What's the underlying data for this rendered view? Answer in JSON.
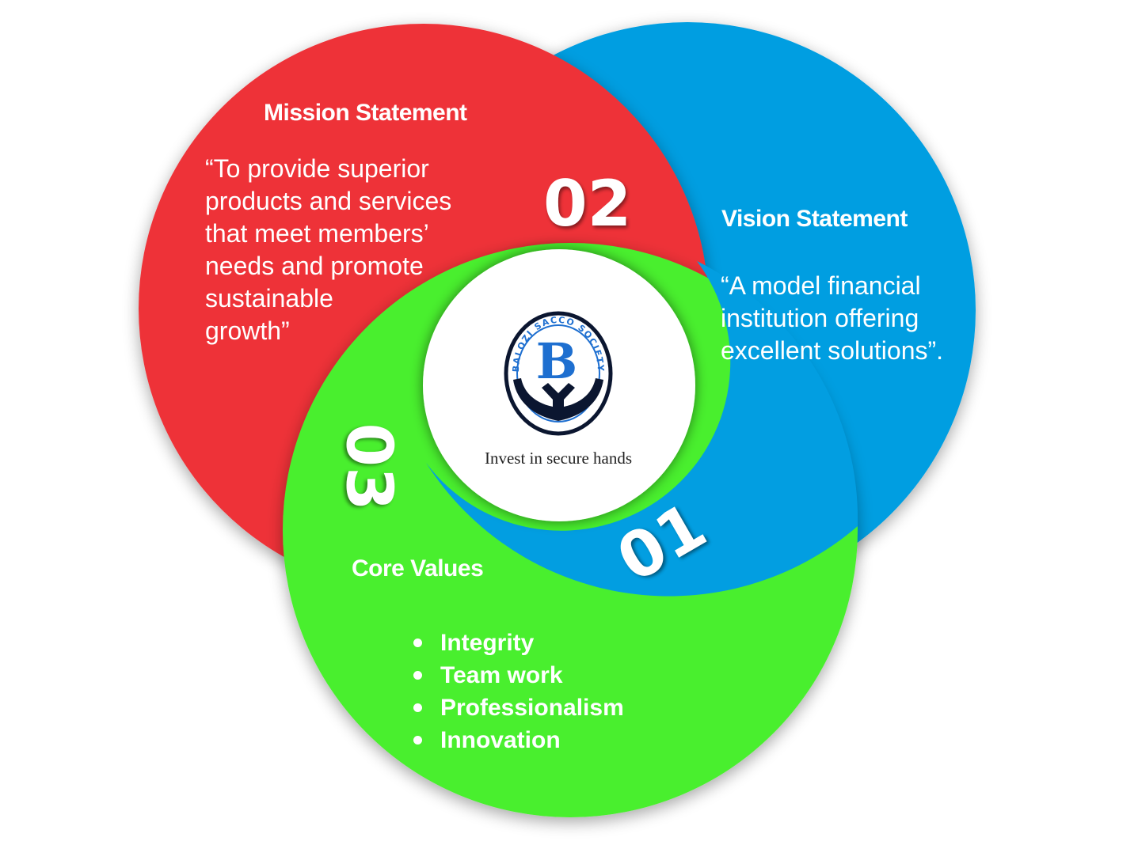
{
  "colors": {
    "mission_circle": "#ee3338",
    "vision_circle": "#029ee1",
    "values_circle": "#4aef2e",
    "center_circle": "#ffffff",
    "text": "#ffffff",
    "logo_blue": "#1e6fd0",
    "logo_dark": "#0b1630"
  },
  "mission": {
    "number": "02",
    "heading": "Mission Statement",
    "text": "“To provide superior\nproducts and services\nthat meet members’\nneeds and promote\nsustainable\ngrowth”"
  },
  "vision": {
    "number": "01",
    "heading": "Vision Statement",
    "text": "“A model financial\ninstitution offering\nexcellent solutions”."
  },
  "core_values": {
    "number": "03",
    "heading": "Core Values",
    "items": [
      "Integrity",
      "Team work",
      "Professionalism",
      "Innovation"
    ]
  },
  "logo": {
    "ring_text": "BALOZI SACCO SOCIETY",
    "letter": "B",
    "tagline": "Invest in secure hands"
  }
}
